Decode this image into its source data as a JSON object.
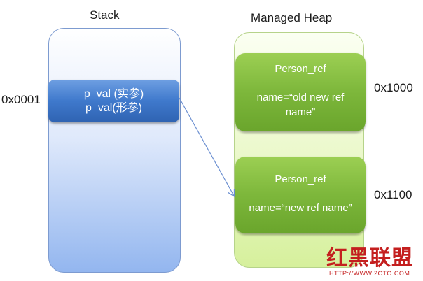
{
  "stack": {
    "title": "Stack",
    "address": "0x0001",
    "param_line1": "p_val (实参)",
    "param_line2": "p_val(形参)"
  },
  "heap": {
    "title": "Managed Heap",
    "objects": [
      {
        "type": "Person_ref",
        "field": "name=“old new ref name”",
        "address": "0x1000"
      },
      {
        "type": "Person_ref",
        "field": "name=“new ref name”",
        "address": "0x1100"
      }
    ]
  },
  "watermark": {
    "logo": "红黑联盟",
    "url": "HTTP://WWW.2CTO.COM"
  },
  "colors": {
    "stack_box": "#3f79cc",
    "heap_box": "#7db73b",
    "arrow": "#6b8fd1"
  }
}
